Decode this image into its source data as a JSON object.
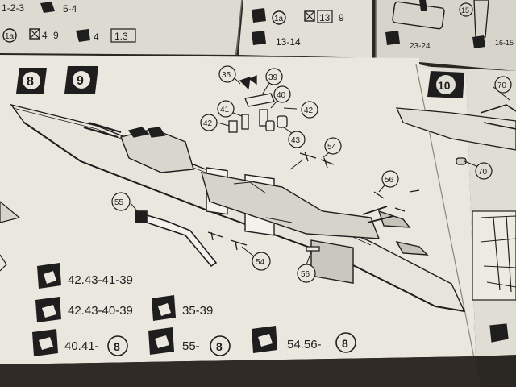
{
  "top_strip": {
    "left_steps": [
      "1-2-3",
      "5-4"
    ],
    "left_row2": {
      "part": "1a",
      "boxed": "4",
      "dash_num": "9",
      "ref": "4",
      "bracket": "1.3"
    },
    "mid_row1": {
      "part": "1a",
      "boxed": "13",
      "dash_num": "9"
    },
    "mid_row2": "13-14",
    "right_steps": [
      "23-24",
      "15",
      "16-15"
    ]
  },
  "step_badges": [
    "8",
    "9",
    "10"
  ],
  "part_callouts": [
    "35",
    "39",
    "40",
    "41",
    "42",
    "42",
    "43",
    "54",
    "55",
    "56",
    "54",
    "56",
    "70",
    "70"
  ],
  "legend": {
    "row1": [
      "42.43-41-39"
    ],
    "row2": [
      "42.43-40-39",
      "35-39"
    ],
    "row3": [
      {
        "text": "40.41-",
        "circle": "8"
      },
      {
        "text": "55-",
        "circle": "8"
      },
      {
        "text": "54.56-",
        "circle": "8"
      }
    ]
  },
  "colors": {
    "paper": "#e8e6dd",
    "ink": "#1e1e1e",
    "background": "#2a2622"
  }
}
